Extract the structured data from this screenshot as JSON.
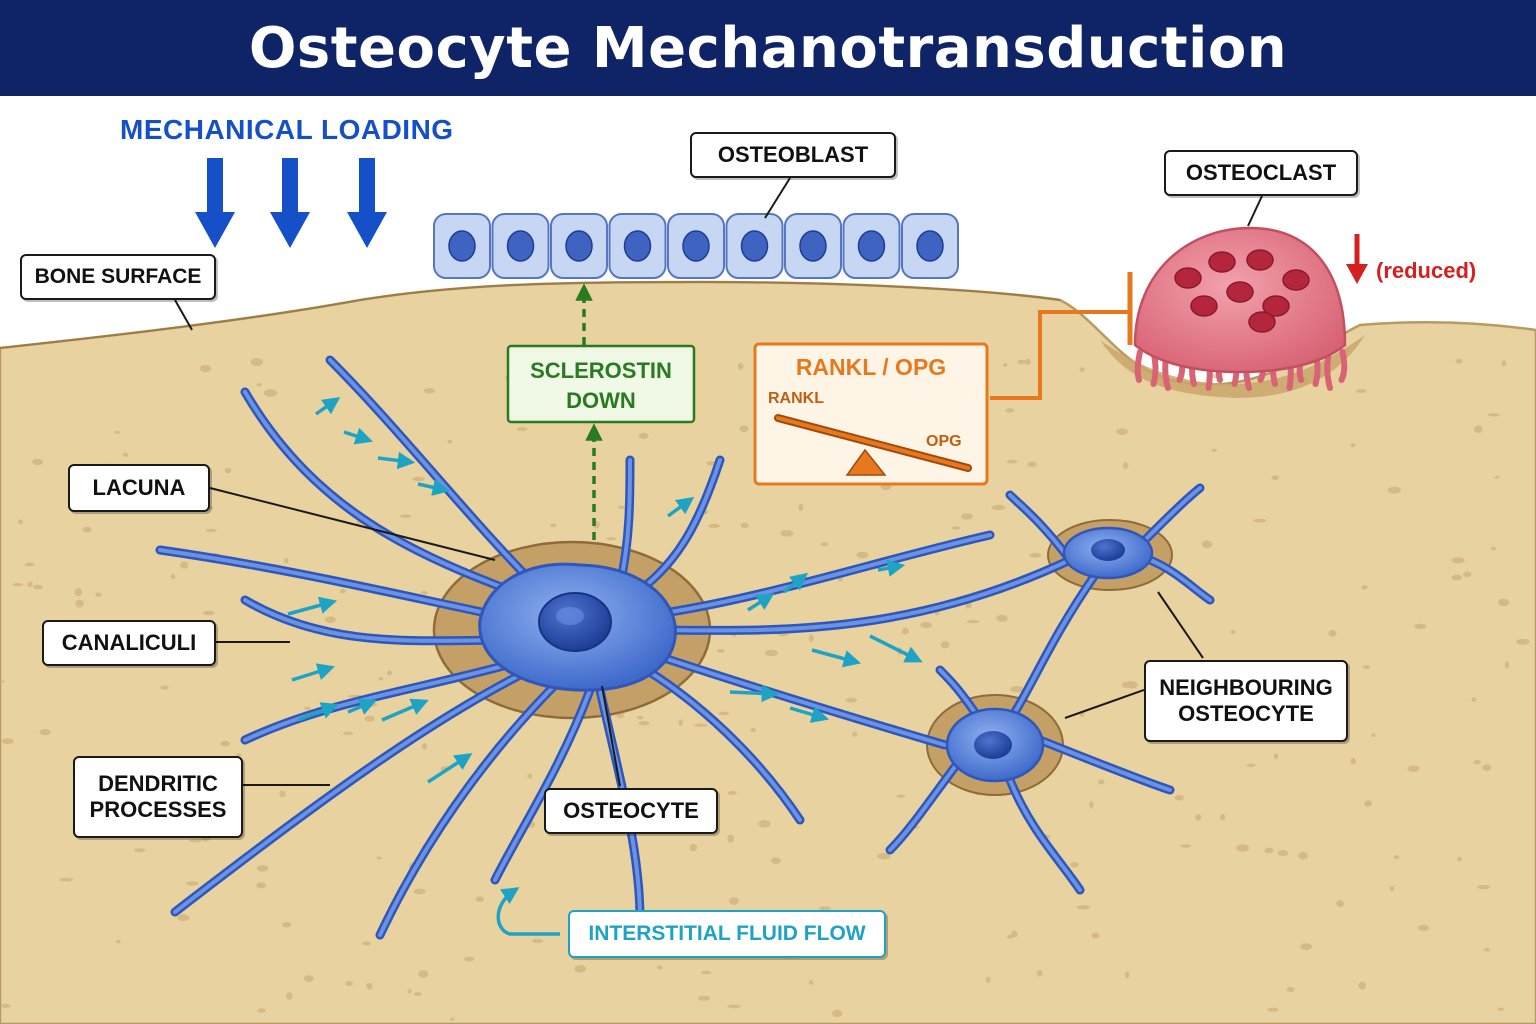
{
  "title": "Osteocyte Mechanotransduction",
  "loading": {
    "label": "MECHANICAL LOADING"
  },
  "labels": {
    "bone_surface": "BONE SURFACE",
    "osteoblast": "OSTEOBLAST",
    "osteoclast": "OSTEOCLAST",
    "reduced": "(reduced)",
    "sclerostin_line1": "SCLEROSTIN",
    "sclerostin_line2": "DOWN",
    "lacuna": "LACUNA",
    "canaliculi": "CANALICULI",
    "dendritic_line1": "DENDRITIC",
    "dendritic_line2": "PROCESSES",
    "osteocyte": "OSTEOCYTE",
    "neighbouring_line1": "NEIGHBOURING",
    "neighbouring_line2": "OSTEOCYTE",
    "fluid_flow": "INTERSTITIAL FLUID FLOW"
  },
  "rankl_panel": {
    "title": "RANKL / OPG",
    "rankl": "RANKL",
    "opg": "OPG"
  },
  "colors": {
    "title_bg": "#0e2466",
    "loading_blue": "#1550c8",
    "bone": "#e8d2a0",
    "cell_blue": "#4c79d6",
    "sclerostin_green": "#2a7a22",
    "rankl_orange": "#e8781e",
    "osteoclast_pink": "#e27a8a",
    "reduced_red": "#d42020",
    "fluid_teal": "#1fa3c4"
  }
}
